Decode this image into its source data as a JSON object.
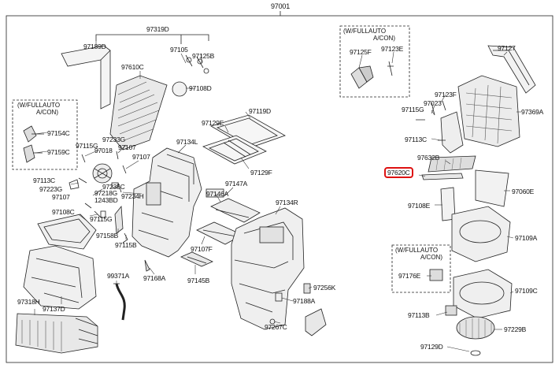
{
  "top_ref": "97001",
  "notes": {
    "left": [
      "(W/FULLAUTO",
      "A/CON)"
    ],
    "top_right": [
      "(W/FULLAUTO",
      "A/CON)"
    ],
    "lower_right": [
      "(W/FULLAUTO",
      "A/CON)"
    ]
  },
  "highlight_color": "#dd1111",
  "labels": {
    "p97319D": "97319D",
    "p97189D": "97189D",
    "p97610C": "97610C",
    "p97105": "97105",
    "p97125B": "97125B",
    "p97108D": "97108D",
    "p97119D": "97119D",
    "p97129E": "97129E",
    "p97129F": "97129F",
    "p97134L": "97134L",
    "p97115G_a": "97115G",
    "p97233G": "97233G",
    "p97018": "97018",
    "p97107_a": "97107",
    "p97107_b": "97107",
    "p97154C": "97154C",
    "p97159C": "97159C",
    "p97113C_a": "97113C",
    "p97223G": "97223G",
    "p97235C": "97235C",
    "p97218G": "97218G",
    "p1243BD": "1243BD",
    "p97234H": "97234H",
    "p97107_c": "97107",
    "p97108C": "97108C",
    "p97115G_b": "97115G",
    "p97158B": "97158B",
    "p97115B": "97115B",
    "p97147A": "97147A",
    "p97146A": "97146A",
    "p97134R": "97134R",
    "p97107F": "97107F",
    "p97145B": "97145B",
    "p97168A": "97168A",
    "p99371A": "99371A",
    "p97318H": "97318H",
    "p97137D": "97137D",
    "p97256K": "97256K",
    "p97188A": "97188A",
    "p97267C": "97267C",
    "p97125F": "97125F",
    "p97123E": "97123E",
    "p97127": "97127",
    "p97123F": "97123F",
    "p97023": "97023",
    "p97115G_c": "97115G",
    "p97369A": "97369A",
    "p97113C_b": "97113C",
    "p97632B": "97632B",
    "p97620C": "97620C",
    "p97060E": "97060E",
    "p97108E": "97108E",
    "p97109A": "97109A",
    "p97176E": "97176E",
    "p97109C": "97109C",
    "p97113B": "97113B",
    "p97229B": "97229B",
    "p97129D": "97129D"
  }
}
